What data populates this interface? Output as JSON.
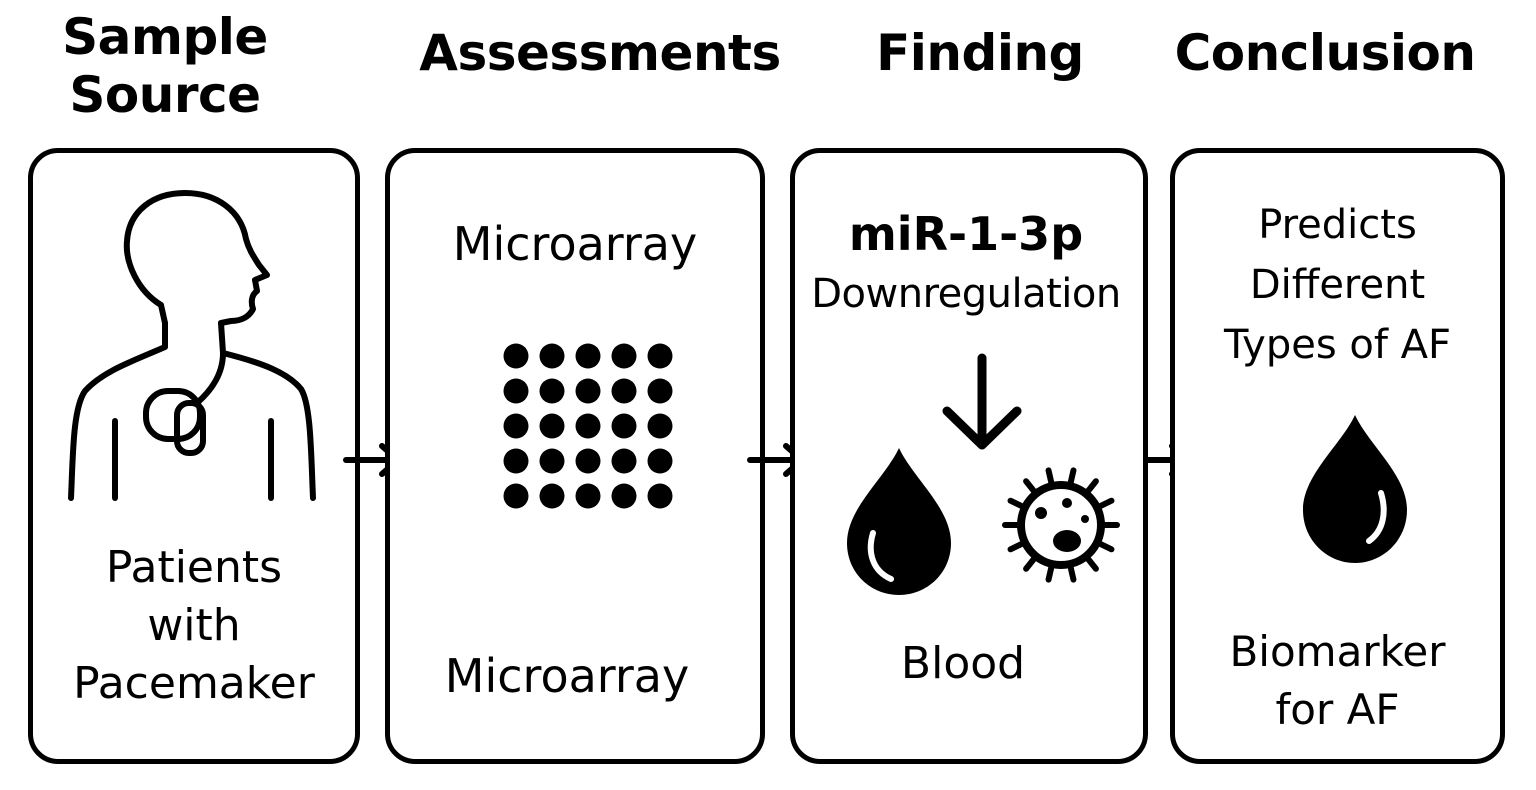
{
  "columns": [
    {
      "heading": "Sample\nSource",
      "top_text": "",
      "bottom_text": "Patients\nwith\nPacemaker",
      "icon": "person-with-pacemaker-icon"
    },
    {
      "heading": "Assessments",
      "top_text": "Microarray",
      "bottom_text": "Microarray",
      "icon": "microarray-grid-icon"
    },
    {
      "heading": "Finding",
      "top_text_bold": "miR-1-3p",
      "top_text": "Downregulation",
      "bottom_text": "Blood",
      "icons": [
        "down-arrow-icon",
        "blood-drop-icon",
        "blood-cell-icon"
      ]
    },
    {
      "heading": "Conclusion",
      "top_text": "Predicts\nDifferent\nTypes of AF",
      "bottom_text": "Biomarker\nfor AF",
      "icon": "blood-drop-icon"
    }
  ],
  "connectors": [
    "right-arrow-icon",
    "right-arrow-icon",
    "right-arrow-icon"
  ],
  "colors": {
    "stroke": "#000000",
    "background": "#ffffff"
  }
}
